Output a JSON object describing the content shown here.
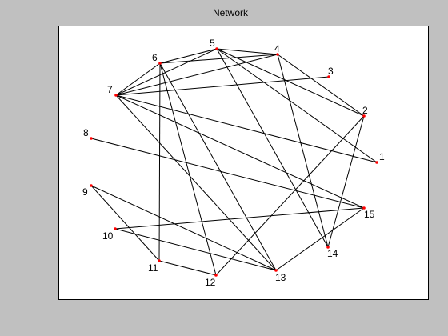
{
  "window": {
    "background": "#c0c0c0"
  },
  "chart_data": {
    "type": "network",
    "title": "Network",
    "axes": {
      "visible": false,
      "box": true,
      "background": "#ffffff"
    },
    "node_color": "#ff0000",
    "edge_color": "#000000",
    "nodes": [
      {
        "id": "1",
        "label": "1"
      },
      {
        "id": "2",
        "label": "2"
      },
      {
        "id": "3",
        "label": "3"
      },
      {
        "id": "4",
        "label": "4"
      },
      {
        "id": "5",
        "label": "5"
      },
      {
        "id": "6",
        "label": "6"
      },
      {
        "id": "7",
        "label": "7"
      },
      {
        "id": "8",
        "label": "8"
      },
      {
        "id": "9",
        "label": "9"
      },
      {
        "id": "10",
        "label": "10"
      },
      {
        "id": "11",
        "label": "11"
      },
      {
        "id": "12",
        "label": "12"
      },
      {
        "id": "13",
        "label": "13"
      },
      {
        "id": "14",
        "label": "14"
      },
      {
        "id": "15",
        "label": "15"
      }
    ],
    "edges": [
      [
        "5",
        "4"
      ],
      [
        "5",
        "6"
      ],
      [
        "5",
        "7"
      ],
      [
        "5",
        "2"
      ],
      [
        "5",
        "1"
      ],
      [
        "5",
        "14"
      ],
      [
        "4",
        "6"
      ],
      [
        "4",
        "7"
      ],
      [
        "4",
        "2"
      ],
      [
        "4",
        "14"
      ],
      [
        "6",
        "7"
      ],
      [
        "6",
        "11"
      ],
      [
        "6",
        "12"
      ],
      [
        "6",
        "13"
      ],
      [
        "7",
        "3"
      ],
      [
        "7",
        "1"
      ],
      [
        "7",
        "15"
      ],
      [
        "7",
        "13"
      ],
      [
        "8",
        "15"
      ],
      [
        "9",
        "11"
      ],
      [
        "9",
        "13"
      ],
      [
        "10",
        "15"
      ],
      [
        "10",
        "13"
      ],
      [
        "11",
        "12"
      ],
      [
        "12",
        "2"
      ],
      [
        "2",
        "14"
      ],
      [
        "13",
        "15"
      ]
    ]
  }
}
